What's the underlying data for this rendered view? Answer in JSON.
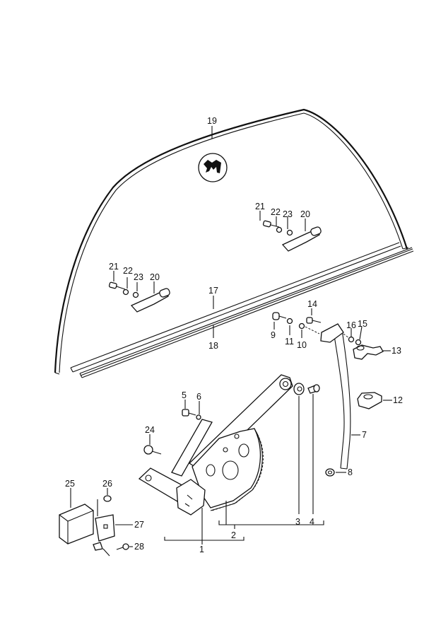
{
  "diagram": {
    "type": "exploded parts diagram",
    "subject": "door window glass and power window regulator",
    "colors": {
      "ink": "#111111",
      "background": "#ffffff"
    },
    "logo": {
      "icon": "logo-badge-icon",
      "description": "circular emblem stamped on glass"
    },
    "callouts": {
      "c1": "1",
      "c2": "2",
      "c3": "3",
      "c4": "4",
      "c5": "5",
      "c6": "6",
      "c7": "7",
      "c8": "8",
      "c9": "9",
      "c10": "10",
      "c11": "11",
      "c12": "12",
      "c13": "13",
      "c14": "14",
      "c15": "15",
      "c16": "16",
      "c17": "17",
      "c18": "18",
      "c19": "19",
      "c20a": "20",
      "c20b": "20",
      "c21a": "21",
      "c21b": "21",
      "c22a": "22",
      "c22b": "22",
      "c23a": "23",
      "c23b": "23",
      "c24": "24",
      "c25": "25",
      "c26": "26",
      "c27": "27",
      "c28": "28"
    },
    "parts": [
      {
        "ref": "1",
        "name": "window regulator assembly with motor"
      },
      {
        "ref": "2",
        "name": "regulator sector / arm"
      },
      {
        "ref": "3",
        "name": "roller"
      },
      {
        "ref": "4",
        "name": "pin"
      },
      {
        "ref": "5",
        "name": "bolt"
      },
      {
        "ref": "6",
        "name": "washer"
      },
      {
        "ref": "7",
        "name": "guide rail"
      },
      {
        "ref": "8",
        "name": "nut"
      },
      {
        "ref": "9",
        "name": "bolt"
      },
      {
        "ref": "10",
        "name": "nut"
      },
      {
        "ref": "11",
        "name": "washer"
      },
      {
        "ref": "12",
        "name": "bracket"
      },
      {
        "ref": "13",
        "name": "bracket"
      },
      {
        "ref": "14",
        "name": "screw"
      },
      {
        "ref": "15",
        "name": "washer"
      },
      {
        "ref": "16",
        "name": "nut"
      },
      {
        "ref": "17",
        "name": "inner weatherstrip"
      },
      {
        "ref": "18",
        "name": "outer weatherstrip"
      },
      {
        "ref": "19",
        "name": "window glass"
      },
      {
        "ref": "20",
        "name": "glass holder"
      },
      {
        "ref": "21",
        "name": "bolt"
      },
      {
        "ref": "22",
        "name": "washer"
      },
      {
        "ref": "23",
        "name": "washer"
      },
      {
        "ref": "24",
        "name": "screw"
      },
      {
        "ref": "25",
        "name": "control unit"
      },
      {
        "ref": "26",
        "name": "grommet"
      },
      {
        "ref": "27",
        "name": "mounting bracket"
      },
      {
        "ref": "28",
        "name": "screw"
      }
    ]
  }
}
